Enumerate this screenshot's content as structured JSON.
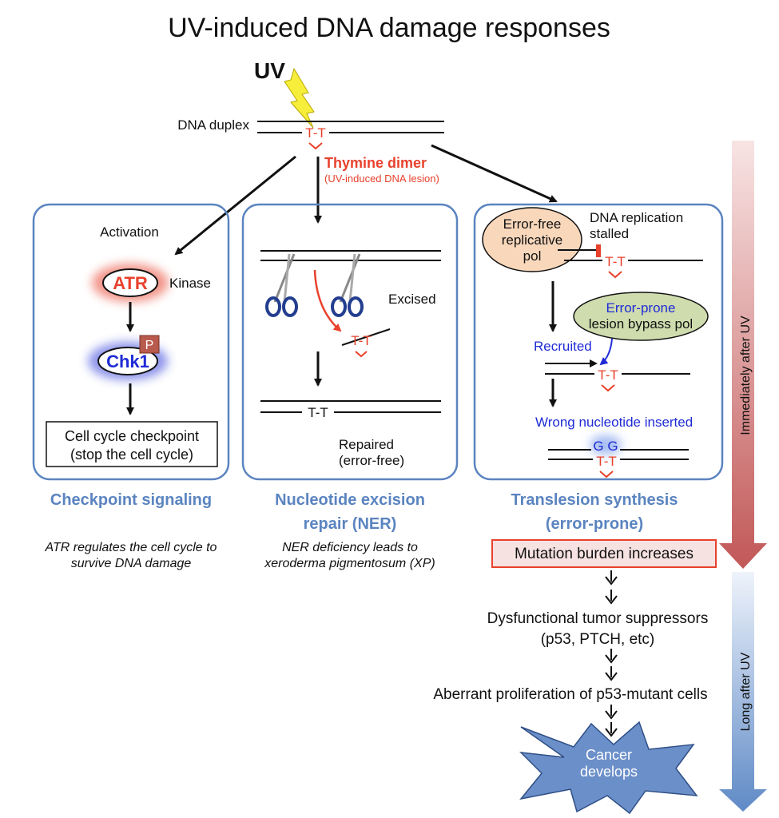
{
  "title": "UV-induced DNA damage responses",
  "uv_label": "UV",
  "dna_duplex_label": "DNA duplex",
  "thymine_pair": "T-T",
  "thymine_dimer": {
    "label": "Thymine dimer",
    "sublabel": "(UV-induced DNA lesion)"
  },
  "checkpoint": {
    "activation_label": "Activation",
    "atr_label": "ATR",
    "kinase_label": "Kinase",
    "chk1_label": "Chk1",
    "phospho_label": "P",
    "box_line1": "Cell cycle checkpoint",
    "box_line2": "(stop the cell cycle)",
    "heading": "Checkpoint signaling",
    "note_line1": "ATR regulates the cell cycle to",
    "note_line2": "survive DNA damage"
  },
  "ner": {
    "excised_label": "Excised",
    "repaired_line1": "Repaired",
    "repaired_line2": "(error-free)",
    "heading_line1": "Nucleotide excision",
    "heading_line2": "repair (NER)",
    "note_line1": "NER deficiency leads to",
    "note_line2": "xeroderma pigmentosum (XP)"
  },
  "tls": {
    "error_free_line1": "Error-free",
    "error_free_line2": "replicative",
    "error_free_line3": "pol",
    "stalled_line1": "DNA replication",
    "stalled_line2": "stalled",
    "error_prone_line1": "Error-prone",
    "error_prone_line2": "lesion bypass pol",
    "recruited_label": "Recruited",
    "wrong_nucleotide_label": "Wrong nucleotide inserted",
    "inserted_bases": "G G",
    "heading_line1": "Translesion synthesis",
    "heading_line2": "(error-prone)",
    "mutation_box": "Mutation burden increases"
  },
  "cascade": {
    "step1_line1": "Dysfunctional tumor suppressors",
    "step1_line2": "(p53, PTCH, etc)",
    "step2": "Aberrant proliferation of p53-mutant cells",
    "cancer_line1": "Cancer",
    "cancer_line2": "develops"
  },
  "timeline": {
    "immediate_label": "Immediately after UV",
    "long_label": "Long after UV"
  },
  "colors": {
    "panel_border": "#5b84c0",
    "heading_blue": "#5b84c0",
    "lesion_red": "#e8412c",
    "error_prone_blue": "#1f2bd6",
    "error_free_fill": "#f8d7bb",
    "error_prone_fill": "#cfdcae",
    "cancer_fill": "#6b8fc9",
    "lightning_yellow": "#f6ee3a"
  }
}
